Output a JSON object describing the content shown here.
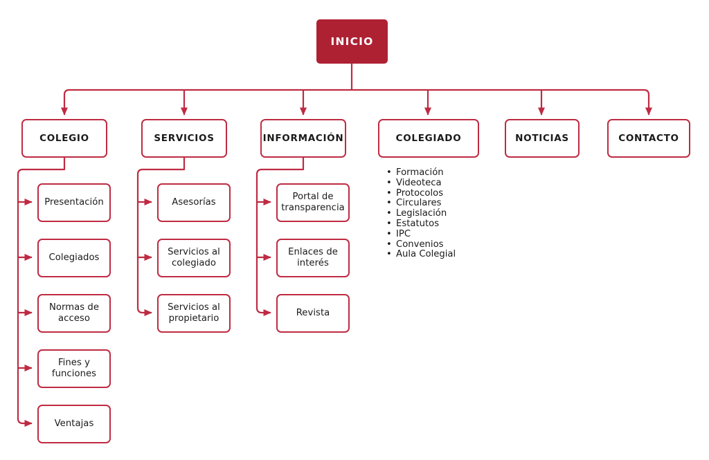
{
  "diagram": {
    "title": "INICIO",
    "colors": {
      "root_fill": "#ae2133",
      "root_text": "#ffffff",
      "box_border": "#be2b42",
      "box_fill": "#ffffff",
      "text": "#1a1a1a",
      "connector": "#be2b42",
      "background": "#ffffff"
    },
    "root": {
      "label": "INICIO"
    },
    "sections": [
      {
        "label": "COLEGIO",
        "children": [
          {
            "label": "Presentación"
          },
          {
            "label": "Colegiados"
          },
          {
            "label": "Normas de\nacceso"
          },
          {
            "label": "Fines y\nfunciones"
          },
          {
            "label": "Ventajas"
          }
        ],
        "bullets": []
      },
      {
        "label": "SERVICIOS",
        "children": [
          {
            "label": "Asesorías"
          },
          {
            "label": "Servicios al\ncolegiado"
          },
          {
            "label": "Servicios al\npropietario"
          }
        ],
        "bullets": []
      },
      {
        "label": "INFORMACIÓN",
        "children": [
          {
            "label": "Portal de\ntransparencia"
          },
          {
            "label": "Enlaces de\ninterés"
          },
          {
            "label": "Revista"
          }
        ],
        "bullets": []
      },
      {
        "label": "COLEGIADO",
        "children": [],
        "bullets": [
          "Formación",
          "Videoteca",
          "Protocolos",
          "Circulares",
          "Legislación",
          "Estatutos",
          "IPC",
          "Convenios",
          "Aula Colegial"
        ]
      },
      {
        "label": "NOTICIAS",
        "children": [],
        "bullets": []
      },
      {
        "label": "CONTACTO",
        "children": [],
        "bullets": []
      }
    ]
  }
}
